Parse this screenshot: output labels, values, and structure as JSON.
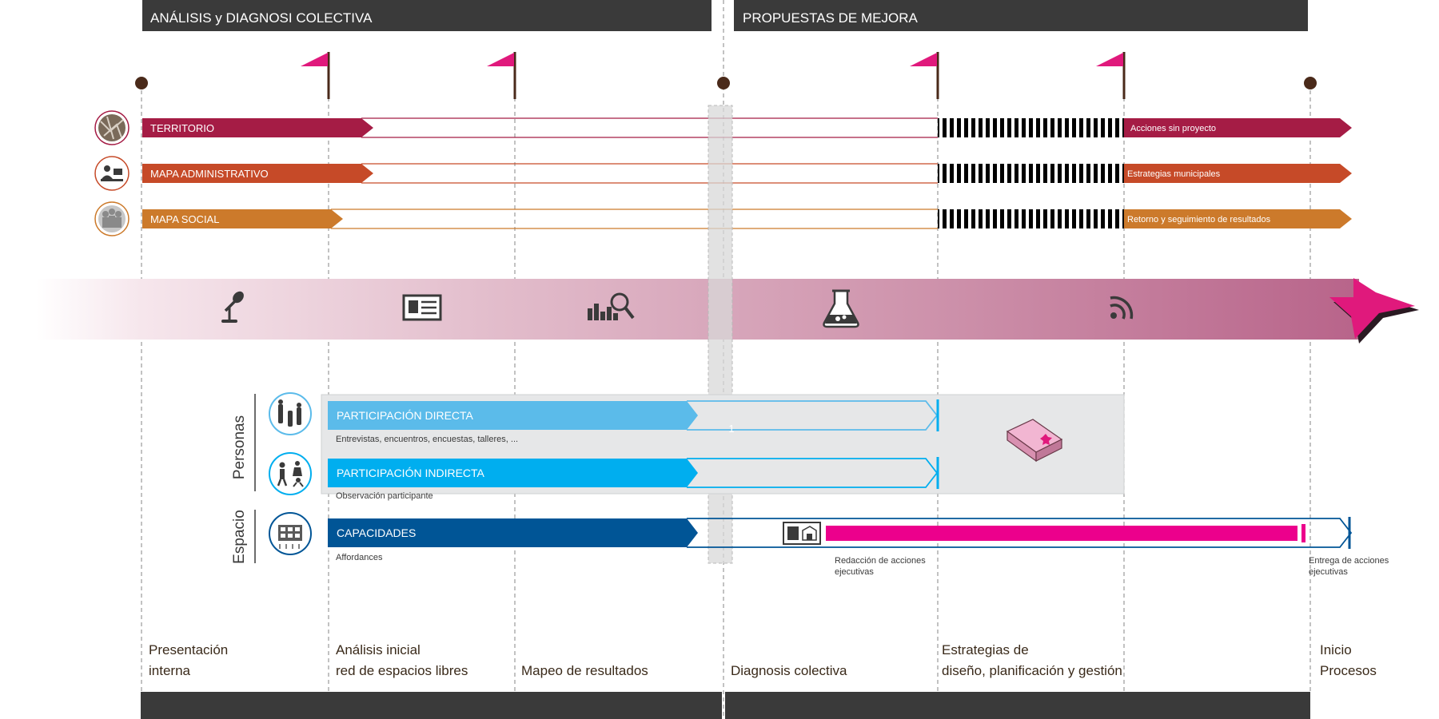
{
  "headers": {
    "left": "ANÁLISIS y DIAGNOSI COLECTIVA",
    "right": "PROPUESTAS DE MEJORA"
  },
  "tracks": [
    {
      "label": "TERRITORIO",
      "result": "Acciones sin proyecto",
      "color": "#a51c45",
      "icon": "territory-map-icon"
    },
    {
      "label": "MAPA ADMINISTRATIVO",
      "result": "Estrategias municipales",
      "color": "#c64a28",
      "icon": "administration-desk-icon"
    },
    {
      "label": "MAPA SOCIAL",
      "result": "Retorno y seguimiento de resultados",
      "color": "#cc7a2b",
      "icon": "people-crowd-icon"
    }
  ],
  "tools_band": {
    "icons": [
      "microphone-icon",
      "document-icon",
      "data-analysis-icon",
      "flask-lab-icon",
      "rss-feed-icon",
      "star-icon"
    ]
  },
  "groups": {
    "personas": "Personas",
    "espacio": "Espacio"
  },
  "participation": [
    {
      "label": "PARTICIPACIÓN DIRECTA",
      "sub": "Entrevistas, encuentros, encuestas, talleres, ...",
      "color": "#5bbbea",
      "icon": "raised-hands-icon"
    },
    {
      "label": "PARTICIPACIÓN INDIRECTA",
      "sub": "Observación participante",
      "color": "#00aeef",
      "icon": "people-activity-icon"
    },
    {
      "label": "CAPACIDADES",
      "sub": "Affordances",
      "color": "#005596",
      "icon": "building-icon"
    }
  ],
  "center_marker": "1",
  "executive": {
    "start_label_1": "Redacción de acciones",
    "start_label_2": "ejecutivas",
    "end_label_1": "Entrega de acciones",
    "end_label_2": "ejecutivas",
    "bar_color": "#ec008c"
  },
  "phases": [
    {
      "line1": "Presentación",
      "line2": "interna"
    },
    {
      "line1": "Análisis inicial",
      "line2": "red de espacios libres"
    },
    {
      "line1": "",
      "line2": "Mapeo de resultados"
    },
    {
      "line1": "",
      "line2": "Diagnosis colectiva"
    },
    {
      "line1": "Estrategias de",
      "line2": "diseño, planificación y gestión"
    },
    {
      "line1": "Inicio",
      "line2": "Procesos"
    }
  ],
  "colors": {
    "header_bg": "#3a3a3a",
    "flag": "#e0197c",
    "milestone_dot": "#4a2a1a",
    "band_start": "#ffffff",
    "band_end": "#b8648a",
    "panel_bg": "#e6e7e8"
  }
}
